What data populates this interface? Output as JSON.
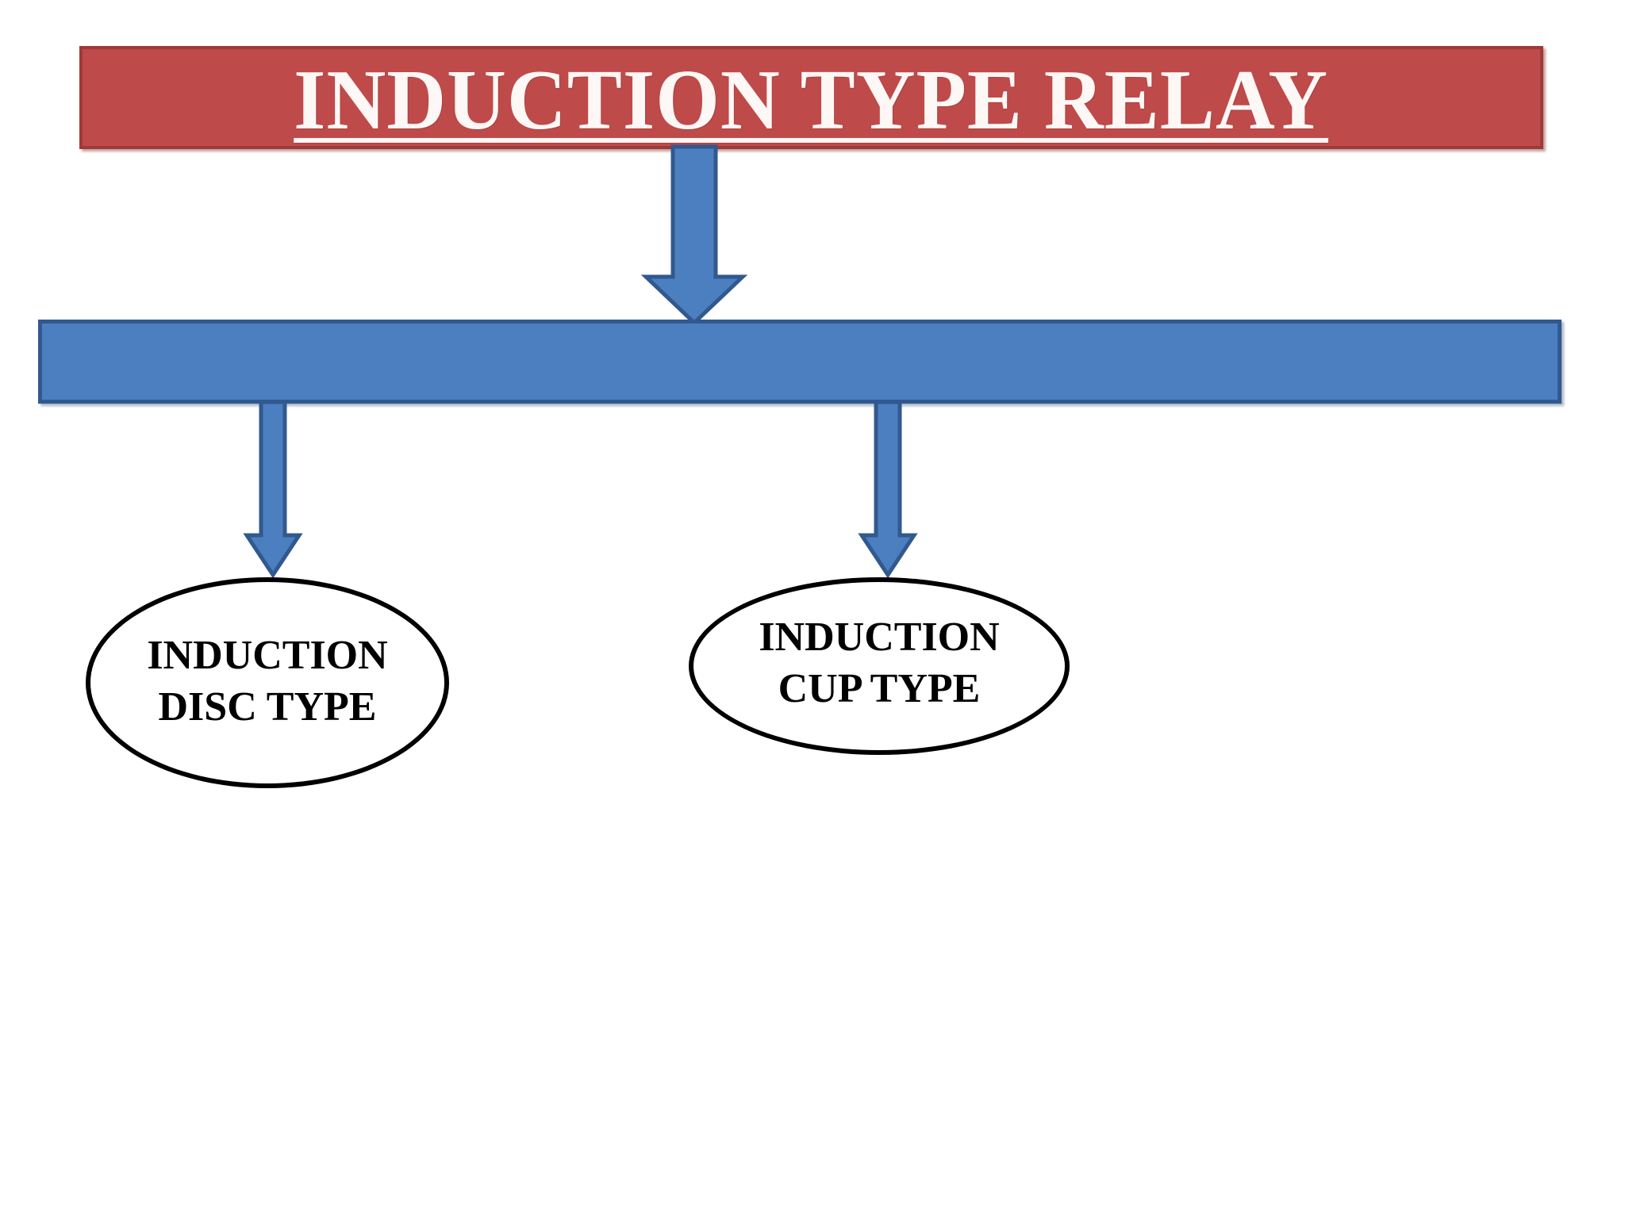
{
  "diagram": {
    "type": "hierarchy-tree",
    "title_node": {
      "label": "INDUCTION TYPE RELAY",
      "fill_color": "#bf4a4a",
      "border_color": "#9e3a38",
      "text_color": "#ffffff"
    },
    "bus_bar": {
      "fill_color": "#4c7fc0",
      "border_color": "#31598f"
    },
    "connectors": [
      {
        "name": "root-to-bus",
        "direction": "down"
      },
      {
        "name": "bus-to-disc",
        "direction": "down"
      },
      {
        "name": "bus-to-cup",
        "direction": "down"
      }
    ],
    "leaf_nodes": [
      {
        "name": "induction-disc-type",
        "line1": "INDUCTION",
        "line2": "DISC TYPE",
        "shape": "ellipse",
        "border_color": "#000000",
        "text_color": "#000000"
      },
      {
        "name": "induction-cup-type",
        "line1": "INDUCTION",
        "line2": "CUP TYPE",
        "shape": "ellipse",
        "border_color": "#000000",
        "text_color": "#000000"
      }
    ]
  }
}
